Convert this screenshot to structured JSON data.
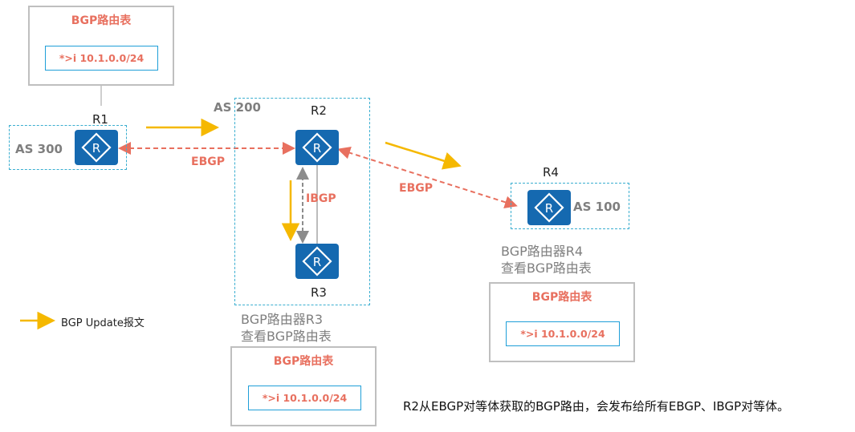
{
  "routers": {
    "r1": "R1",
    "r2": "R2",
    "r3": "R3",
    "r4": "R4"
  },
  "as": {
    "as300": "AS 300",
    "as200": "AS 200",
    "as100": "AS 100"
  },
  "links": {
    "ebgp_r1_r2": "EBGP",
    "ibgp_r2_r3": "IBGP",
    "ebgp_r2_r4": "EBGP"
  },
  "tables": {
    "r1": {
      "title": "BGP路由表",
      "entry": "*>i  10.1.0.0/24"
    },
    "r3": {
      "title": "BGP路由表",
      "entry": "*>i  10.1.0.0/24"
    },
    "r4": {
      "title": "BGP路由表",
      "entry": "*>i  10.1.0.0/24"
    }
  },
  "captions": {
    "r3_line1": "BGP路由器R3",
    "r3_line2": "查看BGP路由表",
    "r4_line1": "BGP路由器R4",
    "r4_line2": "查看BGP路由表"
  },
  "legend": {
    "label": "BGP Update报文"
  },
  "note": "R2从EBGP对等体获取的BGP路由，会发布给所有EBGP、IBGP对等体。",
  "colors": {
    "update_arrow": "#f5b800",
    "ebgp_link": "#e8705f",
    "ibgp_link": "#8c8c8c",
    "router": "#1569b0",
    "as_border": "#3aaed0"
  }
}
